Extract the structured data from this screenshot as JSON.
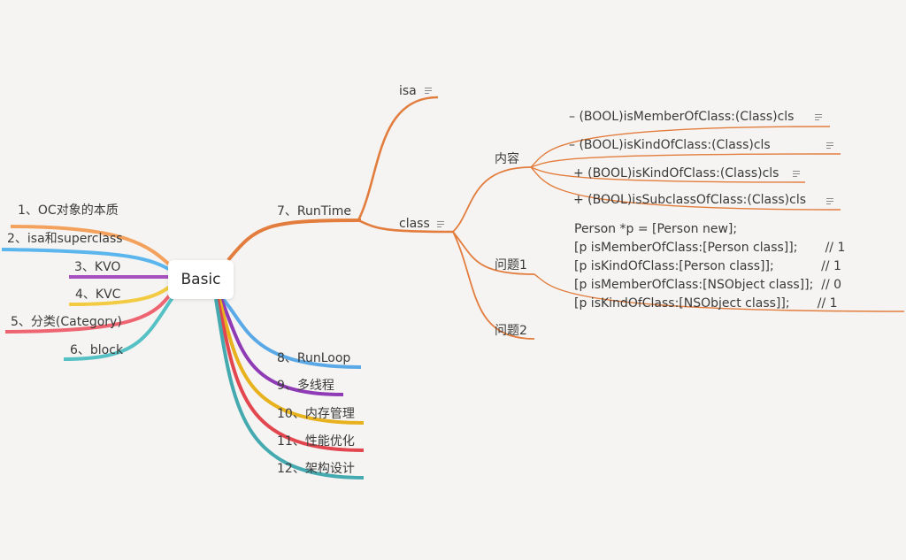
{
  "root": {
    "label": "Basic"
  },
  "left_branches": [
    {
      "label": "1、OC对象的本质",
      "color": "#f4a15d"
    },
    {
      "label": "2、isa和superclass",
      "color": "#5bb6ee"
    },
    {
      "label": "3、KVO",
      "color": "#a64fbf"
    },
    {
      "label": "4、KVC",
      "color": "#f2cb42"
    },
    {
      "label": "5、分类(Category)",
      "color": "#ee6470"
    },
    {
      "label": "6、block",
      "color": "#56c1c4"
    }
  ],
  "right_branches": [
    {
      "label": "7、RunTime",
      "color": "#e27d3e"
    },
    {
      "label": "8、RunLoop",
      "color": "#5aa9e6"
    },
    {
      "label": "9、多线程",
      "color": "#8e3bb5"
    },
    {
      "label": "10、内存管理",
      "color": "#e7b21e"
    },
    {
      "label": "11、性能优化",
      "color": "#e2474f"
    },
    {
      "label": "12、架构设计",
      "color": "#44aab0"
    }
  ],
  "runtime": {
    "isa": "isa",
    "class": "class",
    "content": "内容",
    "question1": "问题1",
    "question2": "问题2",
    "methods": [
      "– (BOOL)isMemberOfClass:(Class)cls",
      "– (BOOL)isKindOfClass:(Class)cls",
      "+ (BOOL)isKindOfClass:(Class)cls",
      "+ (BOOL)isSubclassOfClass:(Class)cls"
    ],
    "code": [
      "Person *p = [Person new];",
      "[p isMemberOfClass:[Person class]];       // 1",
      "[p isKindOfClass:[Person class]];            // 1",
      "[p isMemberOfClass:[NSObject class]];  // 0",
      "[p isKindOfClass:[NSObject class]];       // 1"
    ]
  }
}
